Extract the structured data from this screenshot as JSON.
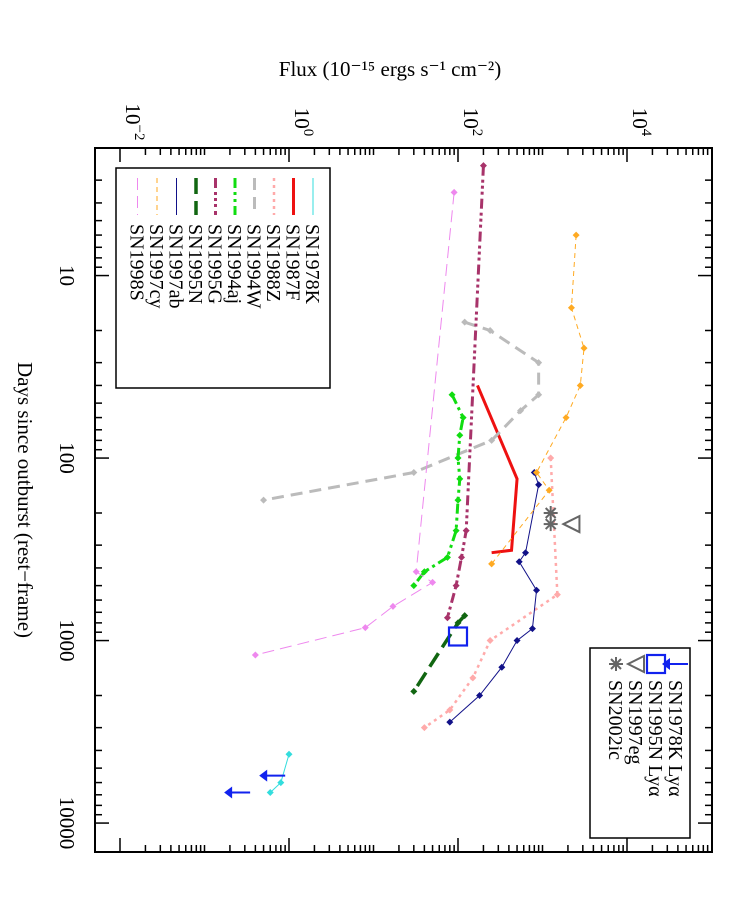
{
  "chart_data": {
    "type": "line",
    "orientation": "rotated-90-clockwise",
    "x_axis": {
      "label": "Days since outburst (rest−frame)",
      "scale": "log",
      "range": [
        2,
        20000
      ],
      "ticks": [
        10,
        100,
        1000,
        10000
      ],
      "tick_labels": [
        "10",
        "100",
        "1000",
        "10000"
      ]
    },
    "y_axis": {
      "label": "Flux (10⁻¹⁵ ergs s⁻¹ cm⁻²)",
      "scale": "log",
      "range": [
        0.01,
        100000
      ],
      "ticks": [
        0.01,
        1,
        100,
        10000
      ],
      "tick_labels": [
        {
          "base": "10",
          "exp": "−2"
        },
        {
          "base": "10",
          "exp": "0"
        },
        {
          "base": "10",
          "exp": "2"
        },
        {
          "base": "10",
          "exp": "4"
        }
      ]
    },
    "legend_lines_position": "upper-left",
    "legend_points_position": "lower-left",
    "series": [
      {
        "name": "SN1978K",
        "color": "#33dddd",
        "dash": "",
        "width": 1,
        "marker": "diamond",
        "x": [
          4200,
          6000,
          6800
        ],
        "y": [
          1.0,
          0.8,
          0.6
        ]
      },
      {
        "name": "SN1987F",
        "color": "#ee1111",
        "dash": "",
        "width": 3,
        "marker": "none",
        "x": [
          40,
          130,
          320,
          330
        ],
        "y": [
          170,
          500,
          430,
          250
        ]
      },
      {
        "name": "SN1988Z",
        "color": "#ffaaaa",
        "dash": "3,4",
        "width": 2.5,
        "marker": "diamond",
        "x": [
          100,
          560,
          1000,
          1600,
          2400,
          3000
        ],
        "y": [
          1250,
          1500,
          240,
          150,
          80,
          40
        ]
      },
      {
        "name": "SN1994W",
        "color": "#bbbbbb",
        "dash": "12,7",
        "width": 3,
        "marker": "diamond",
        "x": [
          18,
          20,
          30,
          45,
          55,
          80,
          120,
          170
        ],
        "y": [
          120,
          240,
          900,
          900,
          550,
          250,
          30,
          0.5
        ]
      },
      {
        "name": "SN1994aj",
        "color": "#11dd11",
        "dash": "10,4,3,4,3,4",
        "width": 3,
        "marker": "diamond",
        "x": [
          45,
          60,
          75,
          100,
          130,
          170,
          250,
          350,
          420,
          500
        ],
        "y": [
          85,
          115,
          105,
          100,
          105,
          100,
          95,
          75,
          40,
          30
        ]
      },
      {
        "name": "SN1995G",
        "color": "#a8336a",
        "dash": "10,4,3,3,3,3,3,4",
        "width": 3,
        "marker": "diamond",
        "x": [
          2.5,
          250,
          350,
          500,
          750
        ],
        "y": [
          200,
          125,
          110,
          95,
          75
        ]
      },
      {
        "name": "SN1995N",
        "color": "#116611",
        "dash": "16,7",
        "width": 3.5,
        "marker": "diamond",
        "x": [
          730,
          800,
          1900
        ],
        "y": [
          120,
          100,
          30
        ]
      },
      {
        "name": "SN1997ab",
        "color": "#111188",
        "dash": "",
        "width": 1,
        "marker": "diamond",
        "x": [
          120,
          140,
          330,
          370,
          530,
          860,
          1000,
          1400,
          2000,
          2800
        ],
        "y": [
          800,
          900,
          630,
          530,
          850,
          760,
          500,
          330,
          180,
          80
        ]
      },
      {
        "name": "SN1997cy",
        "color": "#ffaa22",
        "dash": "5,4",
        "width": 1,
        "marker": "diamond",
        "x": [
          6,
          15,
          25,
          40,
          60,
          120,
          150,
          380
        ],
        "y": [
          2500,
          2200,
          3100,
          2800,
          1900,
          850,
          1200,
          250
        ]
      },
      {
        "name": "SN1998S",
        "color": "#ee88ee",
        "dash": "12,6",
        "width": 1,
        "marker": "diamond",
        "x": [
          3.5,
          420,
          480,
          650,
          850,
          1200
        ],
        "y": [
          90,
          32,
          50,
          17,
          8,
          0.4
        ]
      }
    ],
    "points": [
      {
        "name": "SN1978K Lyα",
        "symbol": "arrow",
        "color": "#1122ee",
        "x": [
          5500,
          6800
        ],
        "y": [
          0.65,
          0.25
        ]
      },
      {
        "name": "SN1995N Lyα",
        "symbol": "square",
        "color": "#1122ee",
        "x": [
          950
        ],
        "y": [
          100
        ]
      },
      {
        "name": "SN1997eg",
        "symbol": "triangle",
        "color": "#666666",
        "x": [
          230
        ],
        "y": [
          2200
        ]
      },
      {
        "name": "SN2002ic",
        "symbol": "asterisk",
        "color": "#666666",
        "x": [
          200,
          230
        ],
        "y": [
          1250,
          1250
        ]
      }
    ]
  }
}
